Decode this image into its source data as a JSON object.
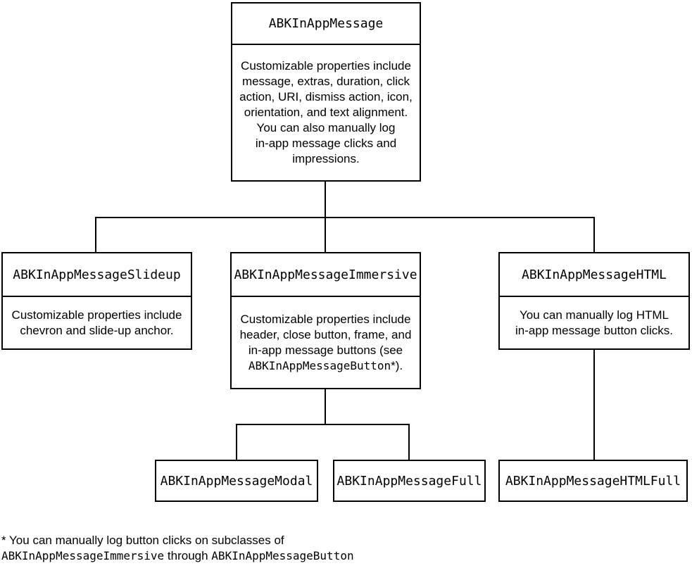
{
  "nodes": {
    "root": {
      "title": "ABKInAppMessage",
      "body_lines": [
        "Customizable properties include",
        "message, extras, duration, click",
        "action, URI, dismiss action, icon,",
        "orientation, and text alignment.",
        "You can also manually log",
        "in-app message clicks and",
        "impressions."
      ]
    },
    "slideup": {
      "title": "ABKInAppMessageSlideup",
      "body_lines": [
        "Customizable properties include",
        "chevron and slide-up anchor."
      ]
    },
    "immersive": {
      "title": "ABKInAppMessageImmersive",
      "body_lines": [
        "Customizable properties include",
        "header, close button, frame, and",
        "in-app message buttons (see"
      ],
      "body_code": "ABKInAppMessageButton",
      "body_suffix": "*)."
    },
    "html": {
      "title": "ABKInAppMessageHTML",
      "body_lines": [
        "You can manually log HTML",
        "in-app message button clicks."
      ]
    },
    "modal": {
      "title": "ABKInAppMessageModal"
    },
    "full": {
      "title": "ABKInAppMessageFull"
    },
    "htmlfull": {
      "title": "ABKInAppMessageHTMLFull"
    }
  },
  "footnote": {
    "line1": "* You can manually log button clicks on subclasses of",
    "line2_code1": "ABKInAppMessageImmersive",
    "line2_text": " through ",
    "line2_code2": "ABKInAppMessageButton"
  }
}
